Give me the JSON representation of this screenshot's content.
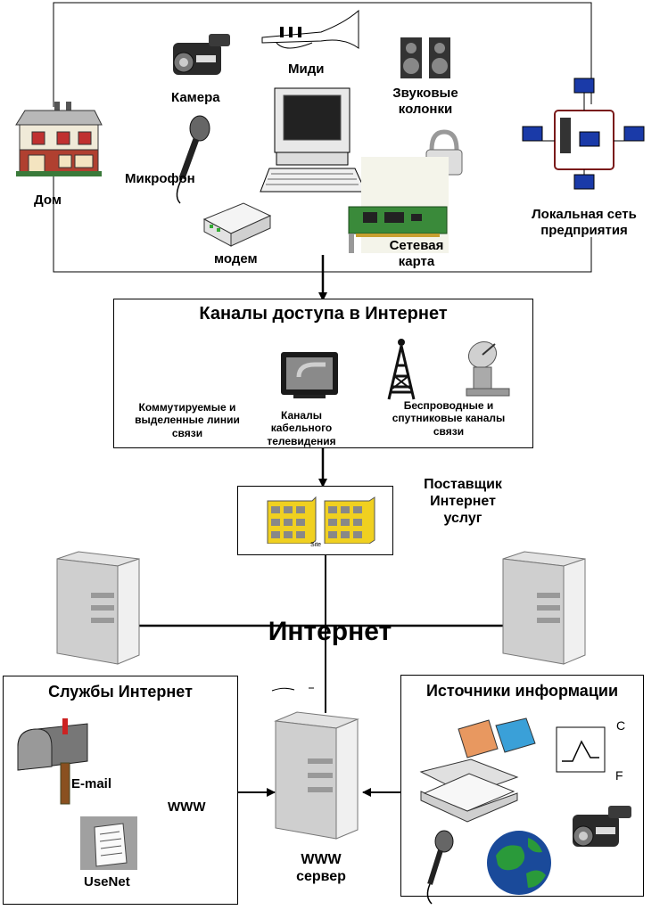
{
  "home_area": {
    "home": "Дом",
    "camera": "Камера",
    "midi": "Миди",
    "speakers": "Звуковые колонки",
    "microphone": "Микрофон",
    "modem": "модем",
    "network_card": "Сетевая карта",
    "lan": "Локальная сеть предприятия"
  },
  "access": {
    "title": "Каналы доступа в Интернет",
    "dialup": "Коммутируемые и выделенные линии связи",
    "cable": "Каналы кабельного телевидения",
    "wireless": "Беспроводные и спутниковые каналы связи"
  },
  "provider": {
    "label": "Поставщик Интернет услуг",
    "site_caption": "Site"
  },
  "internet": "Интернет",
  "services": {
    "title": "Службы Интернет",
    "email": "E-mail",
    "www": "WWW",
    "usenet": "UseNet"
  },
  "server": {
    "label": "WWW сервер"
  },
  "sources": {
    "title": "Источники информации",
    "c_label": "C",
    "f_label": "F"
  }
}
